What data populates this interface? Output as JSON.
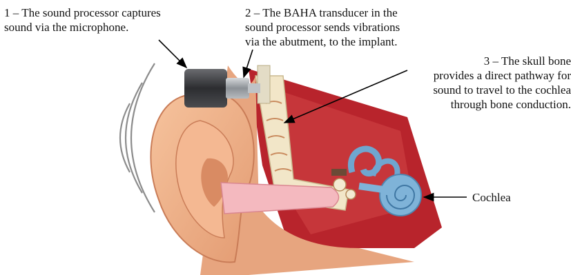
{
  "labels": {
    "step1": "1 – The sound processor captures\nsound via the microphone.",
    "step2": "2 – The BAHA transducer in the\nsound processor sends vibrations\nvia the abutment, to the implant.",
    "step3": "3 – The skull bone\nprovides a direct pathway for\nsound to travel to the cochlea\nthrough bone conduction.",
    "cochlea": "Cochlea"
  },
  "colors": {
    "skin": "#f0b38a",
    "skin_dark": "#c97c57",
    "tissue_red": "#b8242c",
    "bone": "#f2e6c8",
    "canal": "#f4b9bf",
    "cochlea_blue": "#7fb3d8",
    "processor_dark": "#3c3d40",
    "abutment_gray": "#9aa0a6",
    "sound_wave": "#8a8a8a",
    "arrow": "#000000"
  },
  "icons": {
    "sound_processor": "sound-processor-icon",
    "ear": "ear-illustration"
  }
}
